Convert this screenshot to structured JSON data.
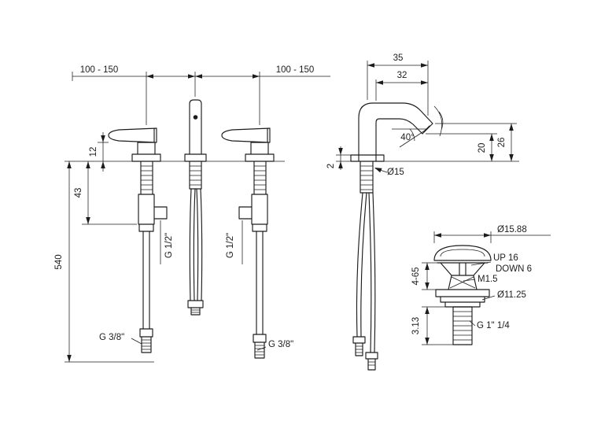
{
  "drawing_title": "basin-mixer-technical-drawing",
  "front": {
    "spacing_left": "100 - 150",
    "spacing_right": "100 - 150",
    "handle_height": "12",
    "valve_depth": "43",
    "hose_length": "540",
    "outlet_left": "G 1/2\"",
    "outlet_right": "G 1/2\"",
    "supply_left": "G 3/8\"",
    "supply_right": "G 3/8\""
  },
  "side": {
    "reach_total": "35",
    "reach_inner": "32",
    "angle": "40°",
    "outlet_height": "20",
    "spout_height": "26",
    "base_plate": "2",
    "shank_diameter": "Ø15"
  },
  "drain": {
    "cap_diameter": "Ø15.88",
    "travel_up": "UP 16",
    "travel_down": "DOWN 6",
    "thread_fine": "M1.5",
    "adjust_range": "4-65",
    "body_diameter": "Ø11.25",
    "tail_height": "3.13",
    "connection": "G 1\" 1/4"
  },
  "colors": {
    "line": "#1c1c1c",
    "background": "#ffffff"
  }
}
